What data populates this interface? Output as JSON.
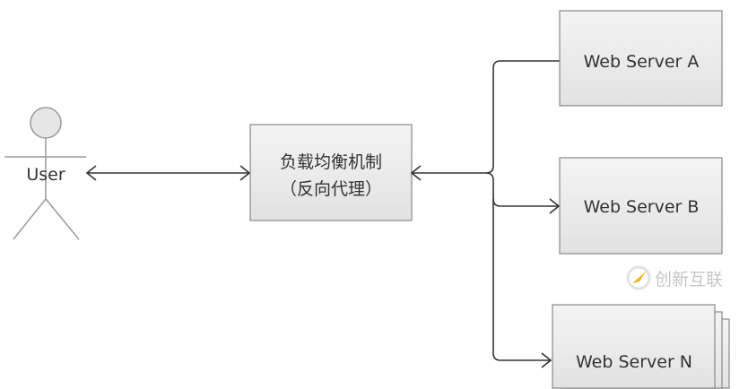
{
  "diagram": {
    "actor": {
      "label": "User"
    },
    "load_balancer": {
      "line1": "负载均衡机制",
      "line2": "（反向代理）"
    },
    "servers": [
      {
        "label": "Web Server A"
      },
      {
        "label": "Web Server B"
      },
      {
        "label": "Web Server N"
      }
    ],
    "watermark": "创新互联"
  },
  "colors": {
    "box_fill": "#ececec",
    "box_stroke": "#888888",
    "line": "#333333",
    "actor": "#999999"
  }
}
